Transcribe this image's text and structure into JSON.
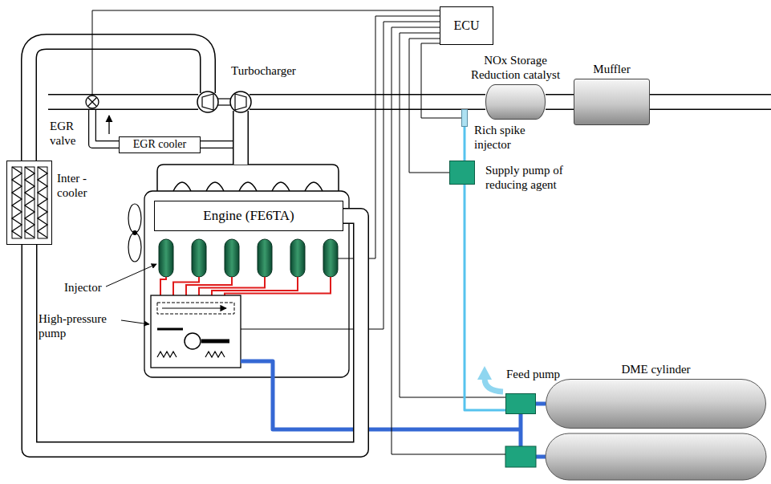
{
  "diagram": {
    "nodes": [
      {
        "text": [
          "ECU"
        ]
      },
      {
        "text": [
          "NOx Storage Reduction catalyst"
        ]
      },
      {
        "text": [
          "Muffler"
        ]
      },
      {
        "text": [
          "Rich spike injector"
        ]
      },
      {
        "text": [
          "EGR cooler"
        ]
      },
      {
        "text": [
          "Supply pump of reducing agent"
        ]
      },
      {
        "text": [
          "Inter -cooler"
        ]
      },
      {
        "text": [
          "Engine (FE6TA)"
        ]
      },
      {
        "text": [
          "Feed pump"
        ]
      },
      {
        "text": [
          "DME cylinder"
        ]
      }
    ],
    "edges": [
      {
        "from": 0,
        "to": 3,
        "arrow": "none"
      },
      {
        "from": 0,
        "to": 5,
        "arrow": "none"
      },
      {
        "from": 0,
        "to": 8,
        "arrow": "none"
      },
      {
        "from": 5,
        "to": 3,
        "arrow": "none"
      },
      {
        "from": 8,
        "to": 5,
        "arrow": "none"
      },
      {
        "from": 8,
        "to": 9,
        "arrow": "none"
      },
      {
        "from": 1,
        "to": 2,
        "arrow": "none"
      },
      {
        "from": 6,
        "to": 7,
        "arrow": "none"
      }
    ],
    "labels": [
      "Turbocharger",
      "EGR valve",
      "Injector",
      "High-pressure pump"
    ]
  }
}
